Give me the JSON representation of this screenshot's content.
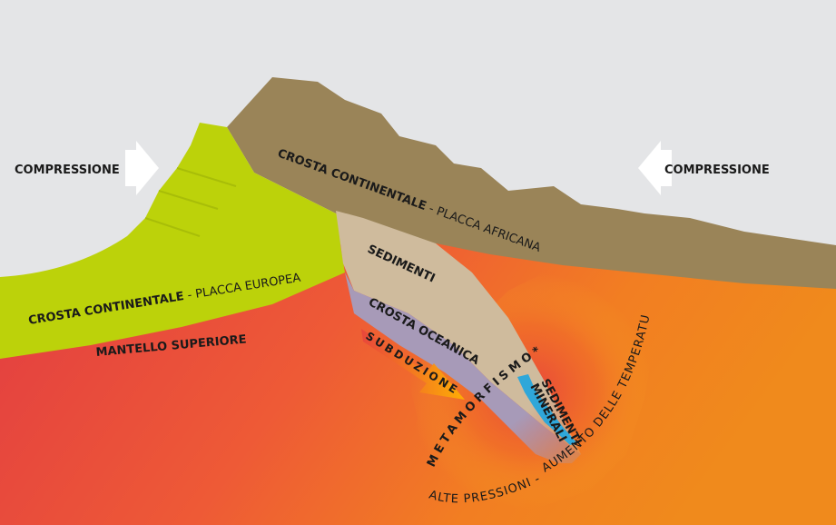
{
  "labels": {
    "compression_left": "COMPRESSIONE",
    "compression_right": "COMPRESSIONE",
    "african_crust_bold": "CROSTA CONTINENTALE",
    "african_crust_thin": " - PLACCA AFRICANA",
    "european_crust_bold": "CROSTA CONTINENTALE",
    "european_crust_thin": " - PLACCA EUROPEA",
    "sediments": "SEDIMENTI",
    "oceanic_crust": "CROSTA OCEANICA",
    "upper_mantle": "MANTELLO SUPERIORE",
    "subduction": "SUBDUZIONE",
    "metamorphism": "METAMORFISMO*",
    "sediments_minerals_1": "SEDIMENTI",
    "sediments_minerals_2": "MINERALI",
    "temperature": "AUMENTO DELLE TEMPERATURE",
    "pressure": "ALTE PRESSIONI -"
  },
  "colors": {
    "sky": "#e4e5e7",
    "mantle_red": "#e23c42",
    "mantle_orange": "#f08a1c",
    "african_crust": "#9a8458",
    "european_crust": "#bcd20a",
    "sediments": "#cfbb9d",
    "oceanic_crust": "#a79ab8",
    "water": "#2fa7d9",
    "arrow_white": "#ffffff"
  }
}
